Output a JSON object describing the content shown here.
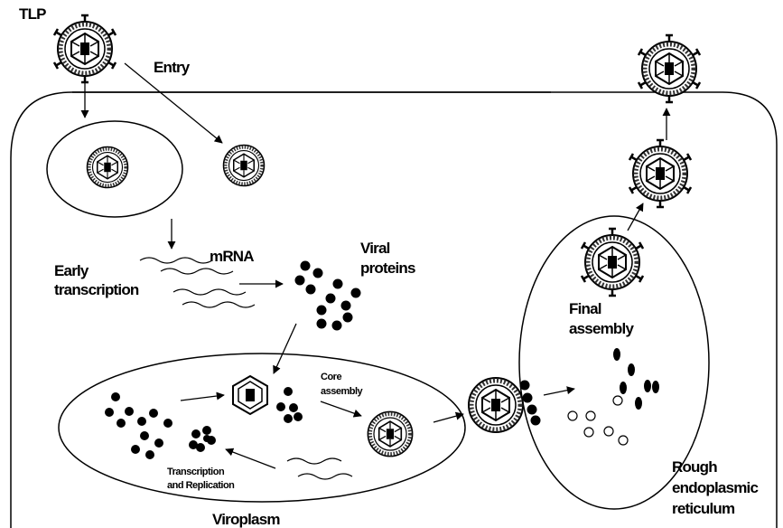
{
  "labels": {
    "tlp": "TLP",
    "entry": "Entry",
    "mrna": "mRNA",
    "early_transcription_line1": "Early",
    "early_transcription_line2": "transcription",
    "viral_proteins_line1": "Viral",
    "viral_proteins_line2": "proteins",
    "core_assembly_line1": "Core",
    "core_assembly_line2": "assembly",
    "transcription_replication_line1": "Transcription",
    "transcription_replication_line2": "and Replication",
    "viroplasm": "Viroplasm",
    "final_assembly_line1": "Final",
    "final_assembly_line2": "assembly",
    "rer_line1": "Rough",
    "rer_line2": "endoplasmic",
    "rer_line3": "reticulum"
  },
  "colors": {
    "ink": "#000000",
    "background": "#ffffff",
    "particle_ring": "#333333"
  }
}
